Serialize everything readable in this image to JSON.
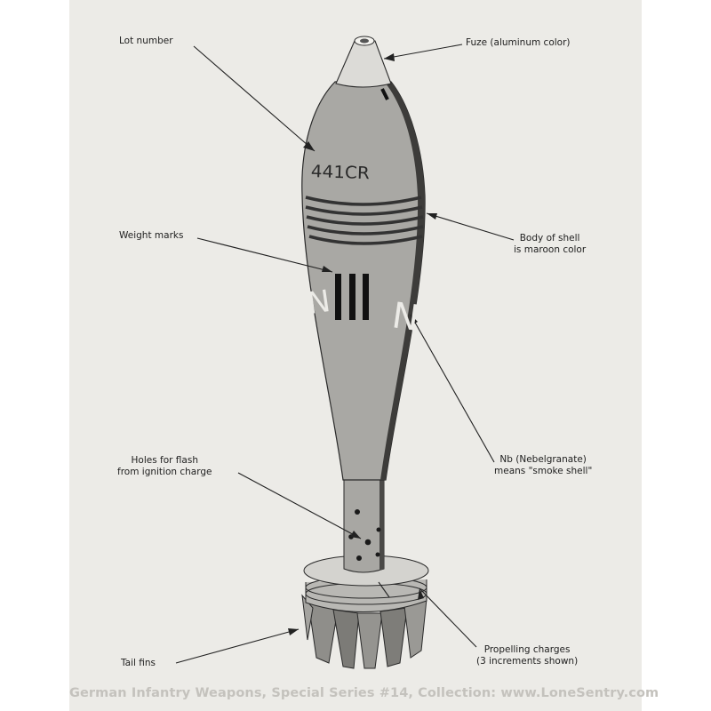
{
  "labels": {
    "lot_number": "Lot number",
    "fuze": "Fuze (aluminum color)",
    "weight_marks": "Weight marks",
    "body_line1": "Body of shell",
    "body_line2": "is maroon color",
    "holes_line1": "Holes for flash",
    "holes_line2": "from ignition charge",
    "nb_line1": "Nb (Nebelgranate)",
    "nb_line2": "means \"smoke shell\"",
    "tail_fins": "Tail fins",
    "propelling_line1": "Propelling charges",
    "propelling_line2": "(3 increments shown)"
  },
  "markings": {
    "lot_code": "441CR",
    "stencil_left": "N",
    "stencil_right": "N"
  },
  "caption": "German Infantry Weapons, Special Series #14, Collection: www.LoneSentry.com",
  "colors": {
    "paper": "#ecebe7",
    "shell_body": "#a9a8a4",
    "ink": "#1e1e1e",
    "caption": "#c4c2bd"
  }
}
